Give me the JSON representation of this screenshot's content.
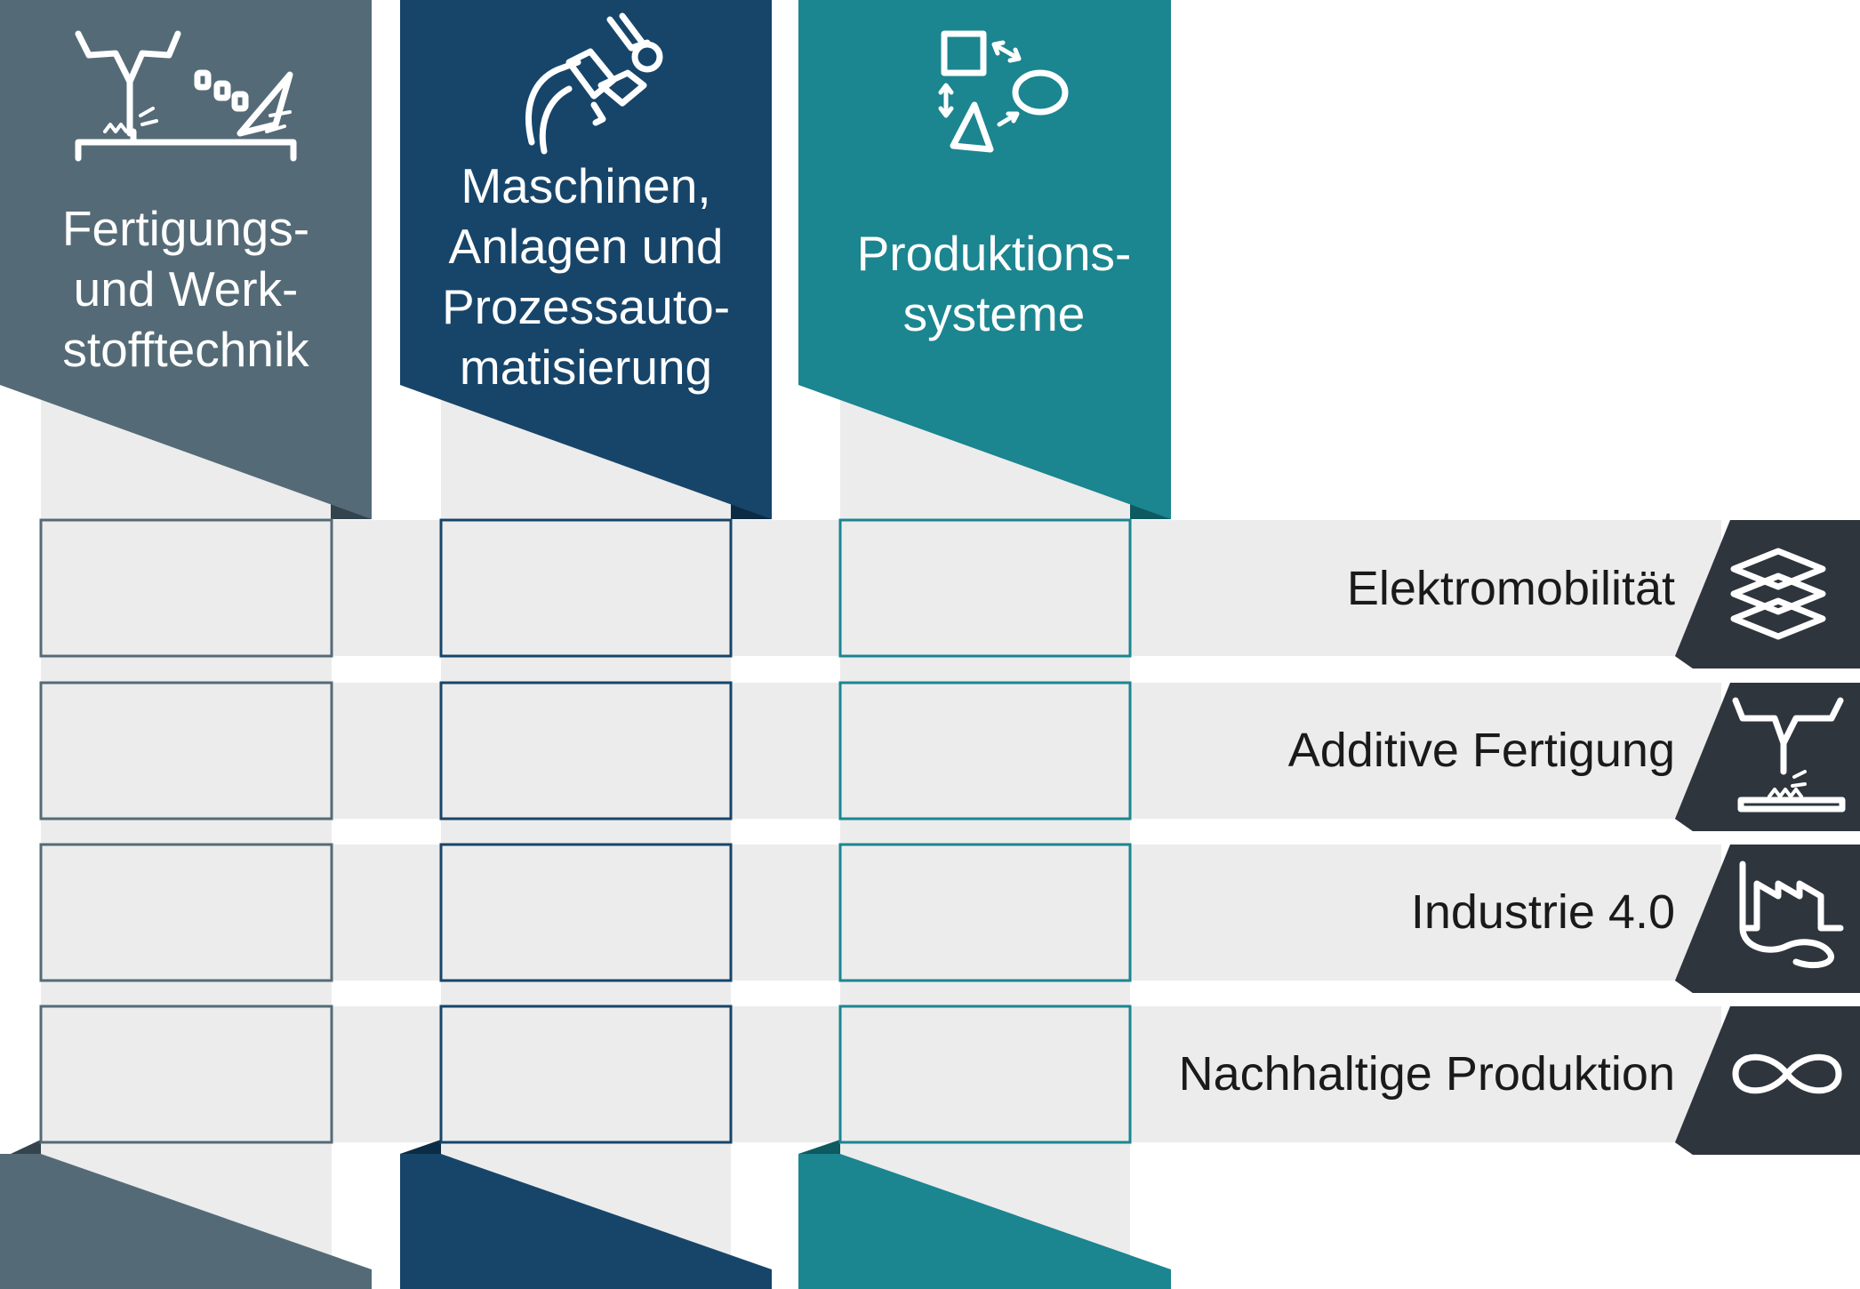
{
  "colors": {
    "column_1": "#546b77",
    "column_1_fold": "#34444d",
    "column_2": "#17456a",
    "column_2_fold": "#0c2b45",
    "column_3": "#1b8590",
    "column_3_fold": "#0e5a61",
    "stripe": "#ececec",
    "row_tab": "#2f353d",
    "row_tab_fold": "#1b1f24"
  },
  "columns": [
    {
      "icon": "welding-icon",
      "lines": [
        "Fertigungs-",
        "und Werk-",
        "stofftechnik"
      ]
    },
    {
      "icon": "robot-arm-icon",
      "lines": [
        "Maschinen,",
        "Anlagen und",
        "Prozessauto-",
        "matisierung"
      ]
    },
    {
      "icon": "shapes-cycle-icon",
      "lines": [
        "Produktions-",
        "systeme"
      ]
    }
  ],
  "rows": [
    {
      "label": "Elektromobilität",
      "icon": "battery-layers-icon"
    },
    {
      "label": "Additive Fertigung",
      "icon": "additive-printer-icon"
    },
    {
      "label": "Industrie 4.0",
      "icon": "factory-icon"
    },
    {
      "label": "Nachhaltige Produktion",
      "icon": "infinity-icon"
    }
  ]
}
